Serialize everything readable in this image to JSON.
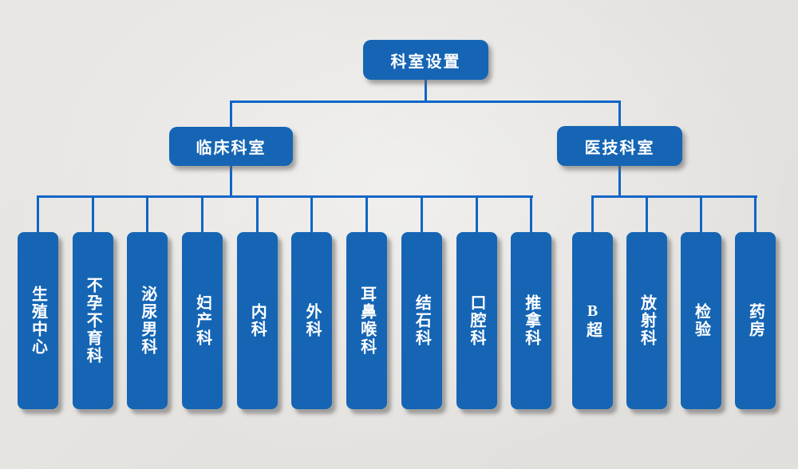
{
  "colors": {
    "background": "#e7e5e2",
    "node_fill": "#1565b4",
    "node_text": "#ffffff",
    "connector": "#0f65c8"
  },
  "tree": {
    "root": {
      "label": "科室设置"
    },
    "branches": [
      {
        "label": "临床科室",
        "children": [
          "生殖中心",
          "不孕不育科",
          "泌尿男科",
          "妇产科",
          "内科",
          "外科",
          "耳鼻喉科",
          "结石科",
          "口腔科",
          "推拿科"
        ]
      },
      {
        "label": "医技科室",
        "children": [
          "B超",
          "放射科",
          "检验",
          "药房"
        ]
      }
    ]
  }
}
